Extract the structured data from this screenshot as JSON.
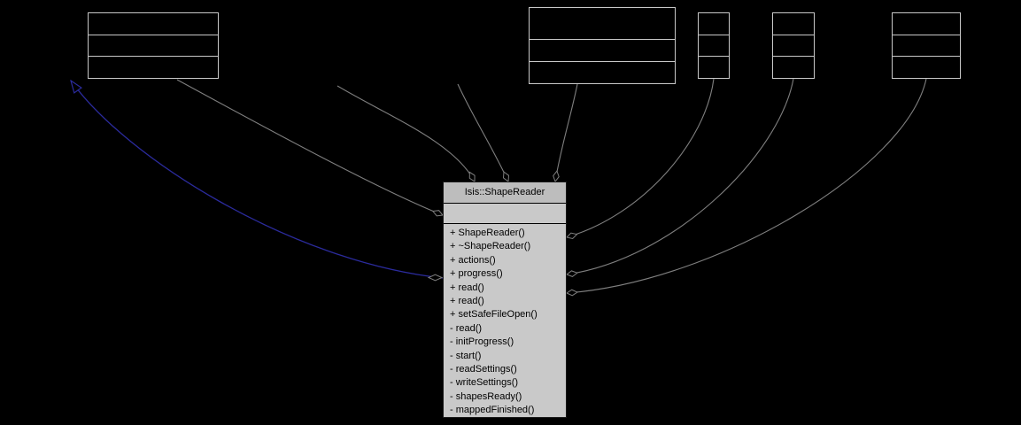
{
  "diagram": {
    "type": "uml-collaboration-graph",
    "main_class": {
      "title": "Isis::ShapeReader",
      "attributes": [],
      "methods": [
        "+ ShapeReader()",
        "+ ~ShapeReader()",
        "+ actions()",
        "+ progress()",
        "+ read()",
        "+ read()",
        "+ setSafeFileOpen()",
        "- read()",
        "- initProgress()",
        "- start()",
        "- readSettings()",
        "- writeSettings()",
        "- shapesReady()",
        "- mappedFinished()"
      ]
    },
    "related_nodes": [
      {
        "id": "node-top-left",
        "label": ""
      },
      {
        "id": "node-top-center",
        "label": ""
      },
      {
        "id": "node-top-right-1",
        "label": ""
      },
      {
        "id": "node-top-right-2",
        "label": ""
      },
      {
        "id": "node-top-right-3",
        "label": ""
      }
    ],
    "colors": {
      "background": "#000000",
      "node_border": "#c8c8c8",
      "edge": "#7f7f7f",
      "inheritance_edge": "#2b2b9d",
      "main_fill": "#c9c9c9",
      "main_header_fill": "#bdbdbd",
      "text": "#000000"
    }
  }
}
